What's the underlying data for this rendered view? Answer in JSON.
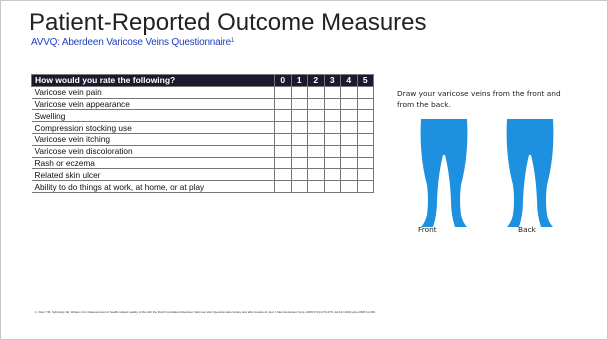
{
  "slide": {
    "title": "Patient-Reported Outcome Measures",
    "subtitle": "AVVQ: Aberdeen Varicose Veins Questionnaire",
    "subtitle_ref": "1"
  },
  "table": {
    "header": "How would you rate the following?",
    "scale": [
      "0",
      "1",
      "2",
      "3",
      "4",
      "5"
    ],
    "rows": [
      "Varicose vein pain",
      "Varicose vein appearance",
      "Swelling",
      "Compression stocking use",
      "Varicose vein itching",
      "Varicose vein discoloration",
      "Rash or eczema",
      "Related skin ulcer",
      "Ability to do things at work, at home, or at play"
    ]
  },
  "drawing": {
    "instruction": "Draw your varicose veins from the front and from the back.",
    "front_label": "Front",
    "back_label": "Back",
    "leg_color": "#1e90e0"
  },
  "footnote": "1.   Klem TM, Sybrandy JE, Wittens CH. Measurement of health-related quality of life with the Dutch translated Aberdeen Varicose Vein Questionnaire before and after treatment. Eur J Vasc Endovasc Surg. 2009;37(4):470-476. doi:10.1016/j.ejvs.2008.11.036."
}
